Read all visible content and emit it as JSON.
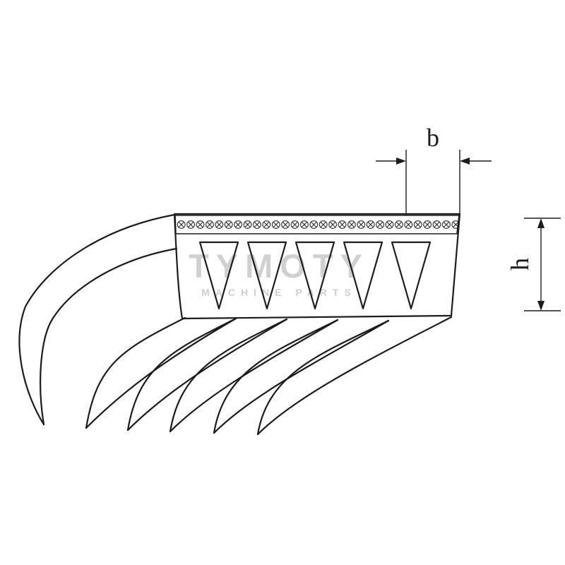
{
  "diagram": {
    "type": "technical-drawing",
    "subject": "Poly V ribbed belt profile with dimension callouts",
    "visible_rib_tips": 6,
    "visible_grooves_on_face": 5,
    "hatch_symbol": "circled-x-pattern"
  },
  "dimensions": {
    "width_label": "b",
    "height_label": "h"
  },
  "watermark": {
    "title": "TYMOTY",
    "subtitle": "MACHINE PARTS"
  },
  "colors": {
    "line-color": "#1c1c1c",
    "watermark-color": "#d0d0d0",
    "background": "#ffffff"
  }
}
